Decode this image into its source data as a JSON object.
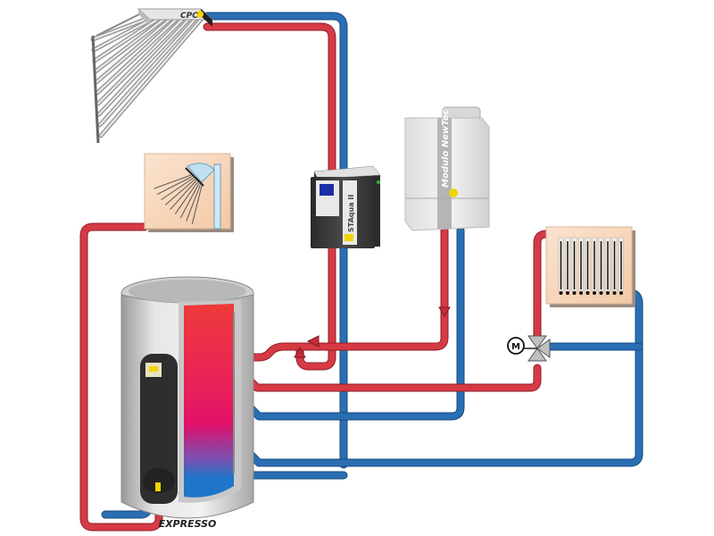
{
  "diagram": {
    "title": "Solar thermal heating system schematic",
    "colors": {
      "hot": "#d63a44",
      "cold": "#2a6fb3",
      "tank_hot": "#e8273c",
      "tank_mid": "#e0106a",
      "tank_cold": "#1f76c9",
      "panel_bg": "#f7d2b3",
      "accent_yellow": "#f2d400"
    },
    "components": {
      "solar_collector": {
        "brand_label": "CPC",
        "type": "vacuum tube collector"
      },
      "shower": {
        "type": "domestic hot water outlet"
      },
      "controller": {
        "label": "STAqua II",
        "type": "solar controller / pump station"
      },
      "boiler": {
        "label": "Modulo NewTec",
        "type": "wall-hung boiler"
      },
      "radiator": {
        "type": "radiator",
        "fins": 10
      },
      "mixing_valve": {
        "motor_label": "M",
        "type": "3-way motorized valve"
      },
      "storage_tank": {
        "label": "EXPRESSO",
        "type": "stratified storage tank"
      }
    },
    "connections": [
      {
        "from": "solar_collector",
        "to": "controller",
        "medium": "hot"
      },
      {
        "from": "controller",
        "to": "solar_collector",
        "medium": "cold"
      },
      {
        "from": "storage_tank",
        "to": "shower",
        "medium": "hot"
      },
      {
        "from": "boiler",
        "to": "storage_tank",
        "medium": "hot"
      },
      {
        "from": "storage_tank",
        "to": "boiler",
        "medium": "cold"
      },
      {
        "from": "storage_tank",
        "to": "mixing_valve",
        "medium": "hot"
      },
      {
        "from": "mixing_valve",
        "to": "radiator",
        "medium": "hot"
      },
      {
        "from": "radiator",
        "to": "storage_tank",
        "medium": "cold"
      },
      {
        "from": "controller",
        "to": "storage_tank",
        "medium": "cold"
      }
    ]
  }
}
